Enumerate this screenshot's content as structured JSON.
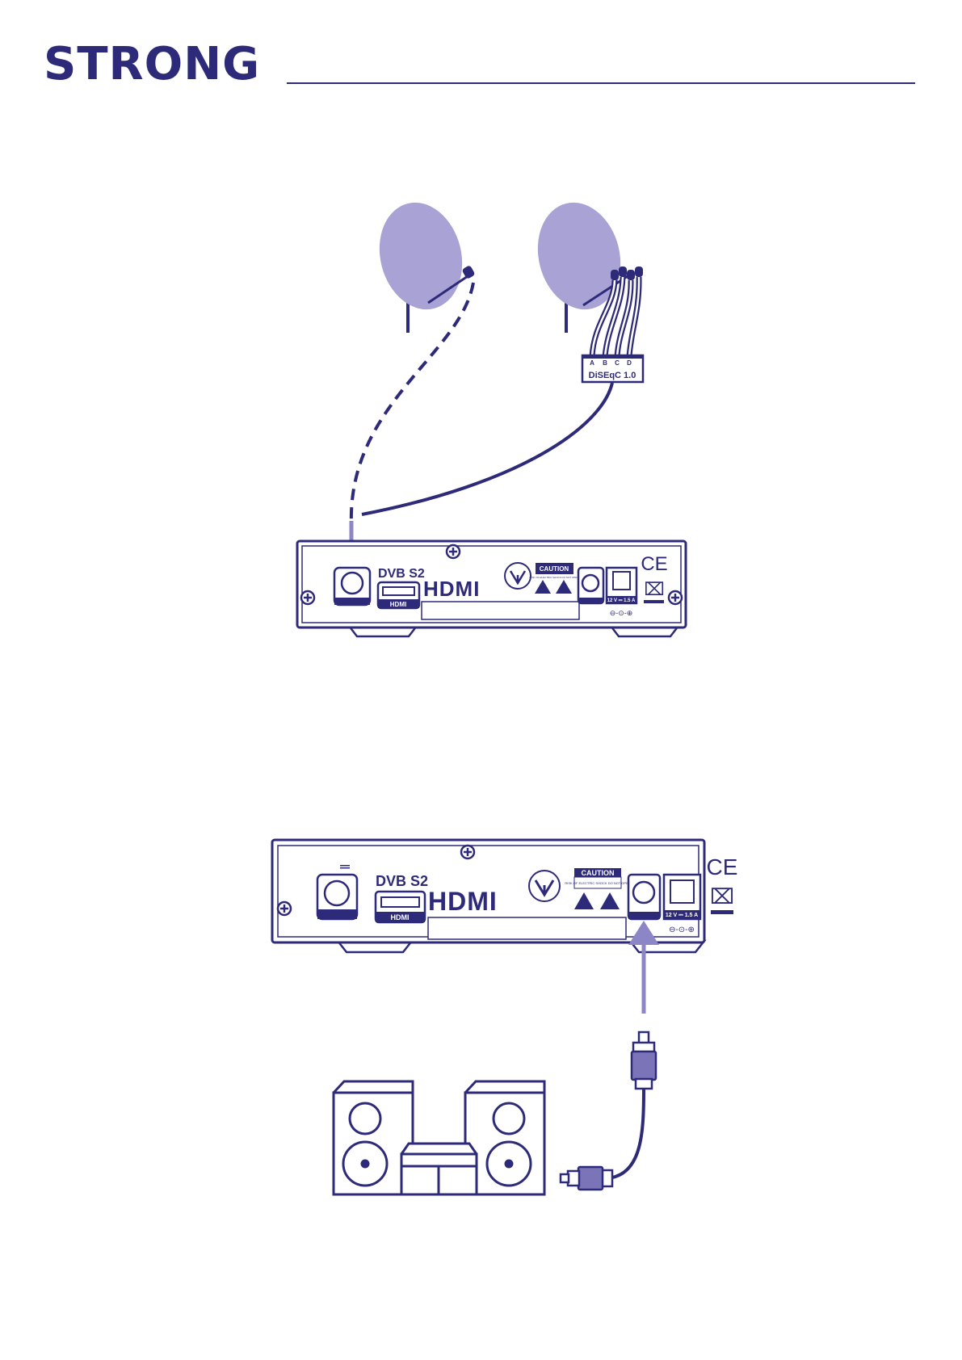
{
  "header": {
    "brand": "STRONG"
  },
  "diseqc": {
    "title": "DiSEqC 1.0",
    "ports": [
      "A",
      "B",
      "C",
      "D"
    ]
  },
  "receiver": {
    "dvb_logo": "DVB S2",
    "hdmi_logo": "HDMI",
    "hdmi_port_label": "HDMI",
    "caution_title": "CAUTION",
    "caution_text": "RISK OF ELECTRIC SHOCK DO NOT OPEN",
    "ce_mark": "CE",
    "power_rating": "12 V ⎓ 1.5 A"
  },
  "colors": {
    "ink": "#2e2a7a",
    "dish": "#a8a3d4",
    "arrow": "#8c86c7",
    "connector": "#7b74b8"
  }
}
